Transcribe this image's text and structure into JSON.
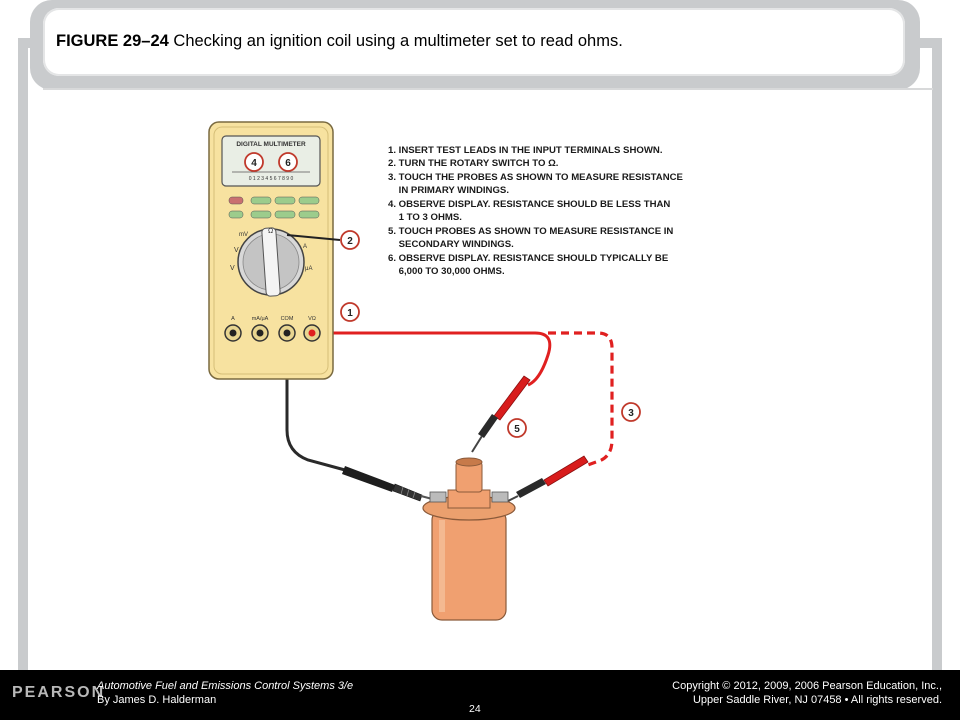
{
  "figure": {
    "label": "FIGURE 29–24",
    "caption": "Checking an ignition coil using a multimeter set to read ohms."
  },
  "multimeter": {
    "brand_label": "DIGITAL MULTIMETER",
    "callout_4": "4",
    "callout_6": "6",
    "scale_text": "0 1 2 3 4 5 6 7 8 9 0",
    "dial_labels": {
      "mv": "mV",
      "ohm": "Ω",
      "v_dc": "V",
      "a_ac": "A",
      "v_ac": "V",
      "ua": "μA"
    },
    "terminals": [
      "A",
      "mA/μA",
      "COM",
      "VΩ"
    ]
  },
  "callouts": {
    "c1": "1",
    "c2": "2",
    "c3": "3",
    "c5": "5"
  },
  "instructions": [
    "1. INSERT TEST LEADS IN THE INPUT TERMINALS SHOWN.",
    "2. TURN THE ROTARY SWITCH TO Ω.",
    "3. TOUCH THE PROBES AS SHOWN TO MEASURE RESISTANCE",
    "    IN PRIMARY WINDINGS.",
    "4. OBSERVE DISPLAY. RESISTANCE SHOULD BE LESS THAN",
    "    1 TO 3 OHMS.",
    "5. TOUCH PROBES AS SHOWN TO MEASURE RESISTANCE IN",
    "    SECONDARY WINDINGS.",
    "6. OBSERVE DISPLAY. RESISTANCE SHOULD TYPICALLY BE",
    "    6,000 TO 30,000 OHMS."
  ],
  "footer": {
    "logo": "PEARSON",
    "book_title": "Automotive Fuel and Emissions Control Systems 3/e",
    "author": "By James D. Halderman",
    "page": "24",
    "copyright_1": "Copyright © 2012, 2009, 2006 Pearson Education, Inc.,",
    "copyright_2": "Upper Saddle River, NJ 07458 • All rights reserved."
  },
  "colors": {
    "meter_body": "#f7e2a0",
    "coil": "#f0a070",
    "red_lead": "#e02020",
    "black_lead": "#2a2a2a",
    "button_green": "#9ccc8c"
  }
}
